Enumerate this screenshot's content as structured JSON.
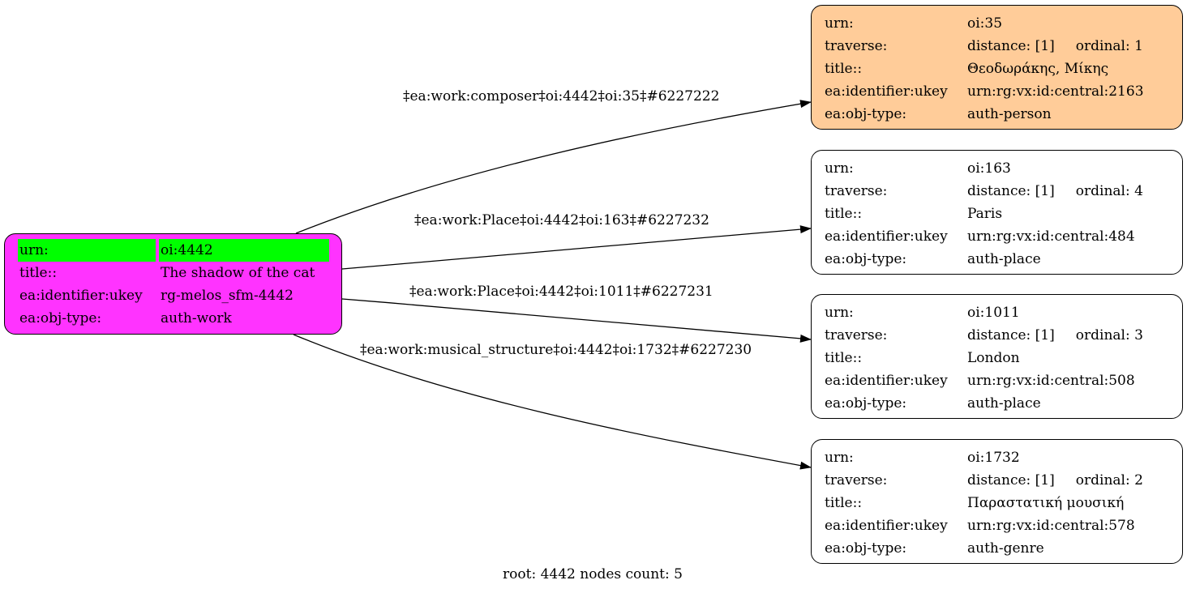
{
  "graph": {
    "root": {
      "fill": "#ff33ff",
      "highlight": "#00ff00",
      "rows": [
        {
          "key": "urn:",
          "value": "oi:4442"
        },
        {
          "key": "title::",
          "value": "The shadow of the cat"
        },
        {
          "key": "ea:identifier:ukey",
          "value": "rg-melos_sfm-4442"
        },
        {
          "key": "ea:obj-type:",
          "value": "auth-work"
        }
      ]
    },
    "children": [
      {
        "fill": "#ffcc99",
        "urn_key": "urn:",
        "urn": "oi:35",
        "traverse_key": "traverse:",
        "distance": "distance: [1]",
        "ordinal": "ordinal: 1",
        "title_key": "title::",
        "title": "Θεοδωράκης, Μίκης",
        "ukey_key": "ea:identifier:ukey",
        "ukey": "urn:rg:vx:id:central:2163",
        "type_key": "ea:obj-type:",
        "type": "auth-person"
      },
      {
        "fill": "#ffffff",
        "urn_key": "urn:",
        "urn": "oi:163",
        "traverse_key": "traverse:",
        "distance": "distance: [1]",
        "ordinal": "ordinal: 4",
        "title_key": "title::",
        "title": "Paris",
        "ukey_key": "ea:identifier:ukey",
        "ukey": "urn:rg:vx:id:central:484",
        "type_key": "ea:obj-type:",
        "type": "auth-place"
      },
      {
        "fill": "#ffffff",
        "urn_key": "urn:",
        "urn": "oi:1011",
        "traverse_key": "traverse:",
        "distance": "distance: [1]",
        "ordinal": "ordinal: 3",
        "title_key": "title::",
        "title": "London",
        "ukey_key": "ea:identifier:ukey",
        "ukey": "urn:rg:vx:id:central:508",
        "type_key": "ea:obj-type:",
        "type": "auth-place"
      },
      {
        "fill": "#ffffff",
        "urn_key": "urn:",
        "urn": "oi:1732",
        "traverse_key": "traverse:",
        "distance": "distance: [1]",
        "ordinal": "ordinal: 2",
        "title_key": "title::",
        "title": "Παραστατική μουσική",
        "ukey_key": "ea:identifier:ukey",
        "ukey": "urn:rg:vx:id:central:578",
        "type_key": "ea:obj-type:",
        "type": "auth-genre"
      }
    ],
    "edges": [
      {
        "label": "‡ea:work:composer‡oi:4442‡oi:35‡#6227222",
        "from": "oi:4442",
        "to": "oi:35"
      },
      {
        "label": "‡ea:work:Place‡oi:4442‡oi:163‡#6227232",
        "from": "oi:4442",
        "to": "oi:163"
      },
      {
        "label": "‡ea:work:Place‡oi:4442‡oi:1011‡#6227231",
        "from": "oi:4442",
        "to": "oi:1011"
      },
      {
        "label": "‡ea:work:musical_structure‡oi:4442‡oi:1732‡#6227230",
        "from": "oi:4442",
        "to": "oi:1732"
      }
    ],
    "footer": "root: 4442 nodes count: 5"
  }
}
